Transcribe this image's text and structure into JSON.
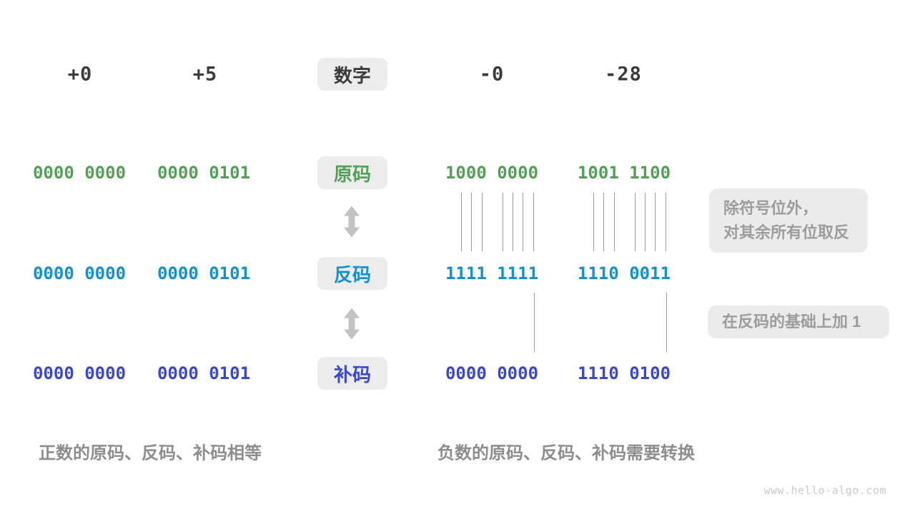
{
  "page": {
    "watermark": "www.hello-algo.com"
  },
  "colors": {
    "sign_magnitude_green": "#549f58",
    "ones_complement_blue": "#1090d5",
    "twos_complement_indigo": "#3a46d4",
    "header_text": "#3b3b3b",
    "chip_background": "#ececec",
    "annotation_text": "#9c9c9c",
    "caption_text": "#8d8d8d",
    "arrow_gray": "#c2c2c2"
  },
  "header": {
    "numbers": [
      "+0",
      "+5",
      "-0",
      "-28"
    ],
    "label": "数字"
  },
  "rows": [
    {
      "label": "原码",
      "values": [
        "0000 0000",
        "0000 0101",
        "1000 0000",
        "1001 1100"
      ]
    },
    {
      "label": "反码",
      "values": [
        "0000 0000",
        "0000 0101",
        "1111 1111",
        "1110 0011"
      ]
    },
    {
      "label": "补码",
      "values": [
        "0000 0000",
        "0000 0101",
        "0000 0000",
        "1110 0100"
      ]
    }
  ],
  "annotations": {
    "invert_line1": "除符号位外，",
    "invert_line2": "对其余所有位取反",
    "add_one": "在反码的基础上加 1"
  },
  "captions": {
    "positive": "正数的原码、反码、补码相等",
    "negative": "负数的原码、反码、补码需要转换"
  }
}
